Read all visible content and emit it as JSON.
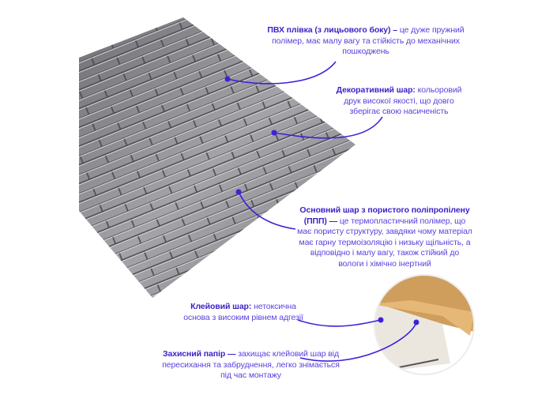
{
  "colors": {
    "accent": "#3b22d9",
    "text": "#5a3fe0",
    "heading": "#3d1fc8",
    "panel": "#8e8e92",
    "backing": "#d6a865"
  },
  "callouts": [
    {
      "title": "ПВХ плівка (з лицьового боку) –",
      "text": " це дуже пружний полімер, має малу вагу та стійкість до механічних пошкоджень"
    },
    {
      "title": "Декоративний шар:",
      "text": "  кольоровий друк високої якості, що довго зберігає свою насиченість"
    },
    {
      "title": "Основний шар з пористого поліпропілену (ППП) —",
      "text": " це термопластичний полімер, що має пористу структуру, завдяки чому матеріал має гарну термоізоляцію і низьку щільність, а відповідно і малу вагу, також стійкий до вологи і хімічно інертний"
    },
    {
      "title": "Клейовий шар:",
      "text": " нетоксична основа з високим рівнем адгезії"
    },
    {
      "title": "Захисний папір —",
      "text": " захищає клейовий шар від пересихання та забруднення, легко знімається під час монтажу"
    }
  ]
}
